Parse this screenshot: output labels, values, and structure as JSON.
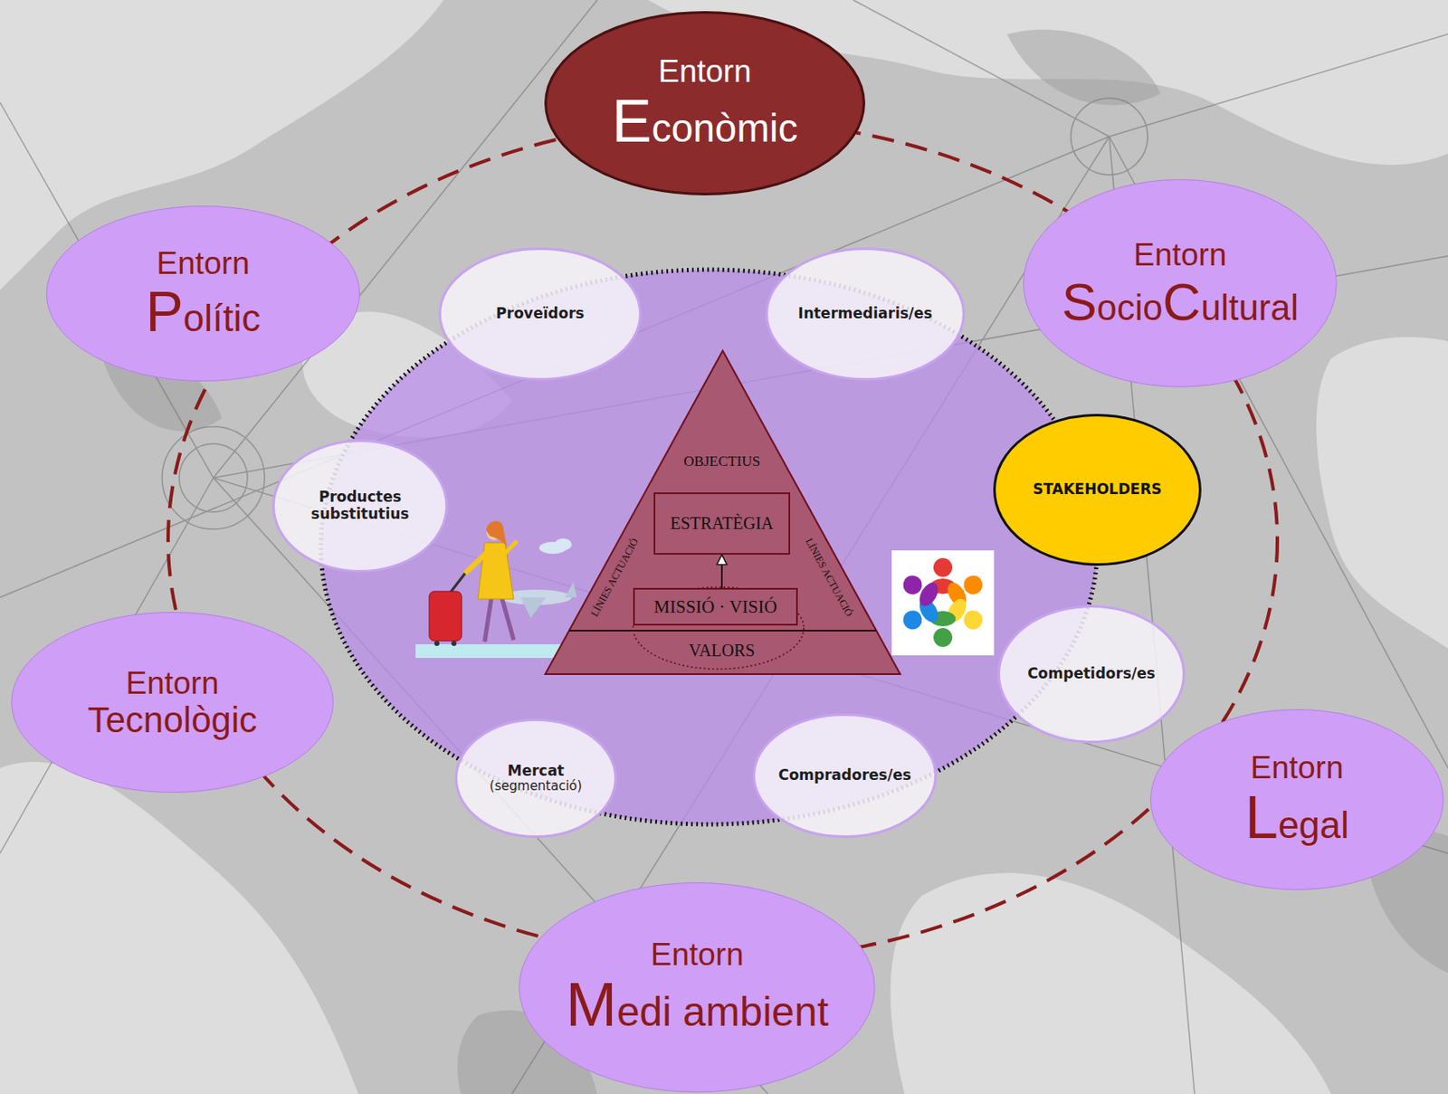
{
  "diagram": {
    "nodes": [
      {
        "text": [
          "Entorn",
          "Econòmic"
        ]
      },
      {
        "text": [
          "Entorn",
          "Polític"
        ]
      },
      {
        "text": [
          "Entorn",
          "SocioCultural"
        ]
      },
      {
        "text": [
          "Proveïdors"
        ]
      },
      {
        "text": [
          "Intermediaris/es"
        ]
      },
      {
        "text": [
          "Productes substitutius"
        ]
      },
      {
        "text": [
          "OBJECTIUS",
          "LÍNIES ACTUACIÓ",
          "LÍNIES ACTUACIÓ",
          "VALORS"
        ]
      },
      {
        "text": [
          "ESTRATÈGIA"
        ],
        "in": 6
      },
      {
        "text": [
          "MISSIÓ · VISIÓ"
        ],
        "in": 6
      },
      {
        "text": [
          "STAKEHOLDERS"
        ]
      },
      {
        "text": [
          "Entorn",
          "Tecnològic"
        ]
      },
      {
        "text": [
          "Competidors/es"
        ]
      },
      {
        "text": [
          "Mercat",
          "(segmentació)"
        ]
      },
      {
        "text": [
          "Compradores/es"
        ]
      },
      {
        "text": [
          "Entorn",
          "Legal"
        ]
      },
      {
        "text": [
          "Entorn",
          "Medi ambient"
        ]
      }
    ],
    "edges": [
      {
        "from": 8,
        "to": 7,
        "arrow": "to"
      }
    ]
  }
}
